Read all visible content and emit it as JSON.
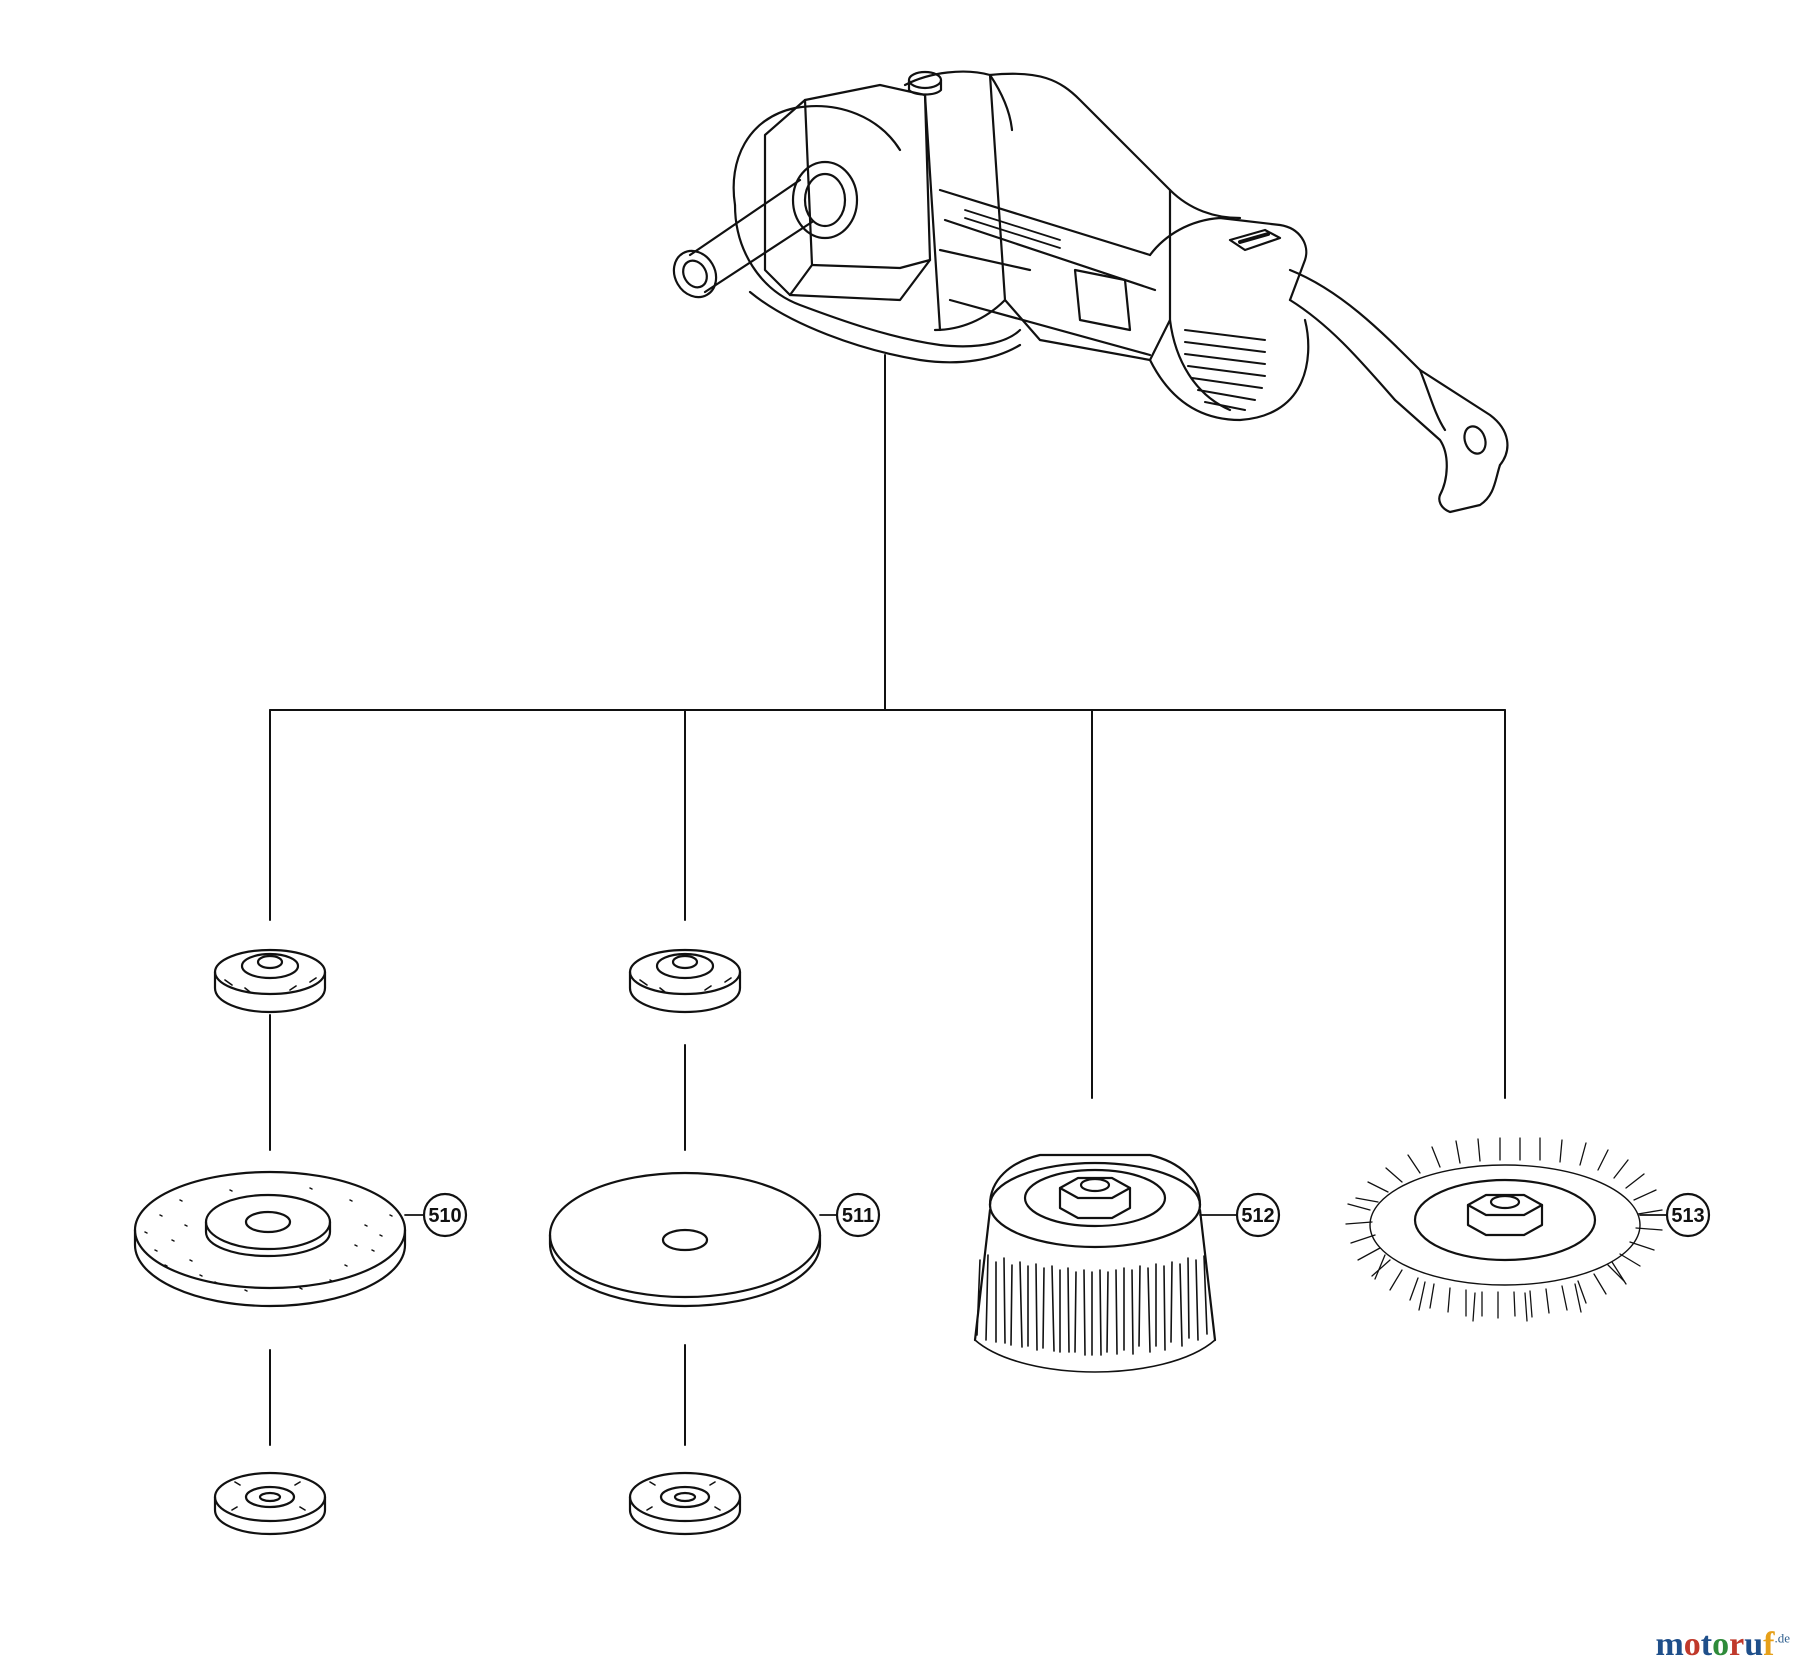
{
  "callouts": [
    {
      "id": "part-510",
      "label": "510"
    },
    {
      "id": "part-511",
      "label": "511"
    },
    {
      "id": "part-512",
      "label": "512"
    },
    {
      "id": "part-513",
      "label": "513"
    }
  ],
  "watermark": {
    "letters": [
      "m",
      "o",
      "t",
      "o",
      "r",
      "u",
      "f"
    ],
    "letter_colors": [
      "#1f4f8a",
      "#c0392b",
      "#1f4f8a",
      "#2e8b3a",
      "#c0392b",
      "#1f4f8a",
      "#e6a019"
    ],
    "suffix": ".de"
  },
  "colors": {
    "line": "#111111",
    "background": "#ffffff"
  }
}
